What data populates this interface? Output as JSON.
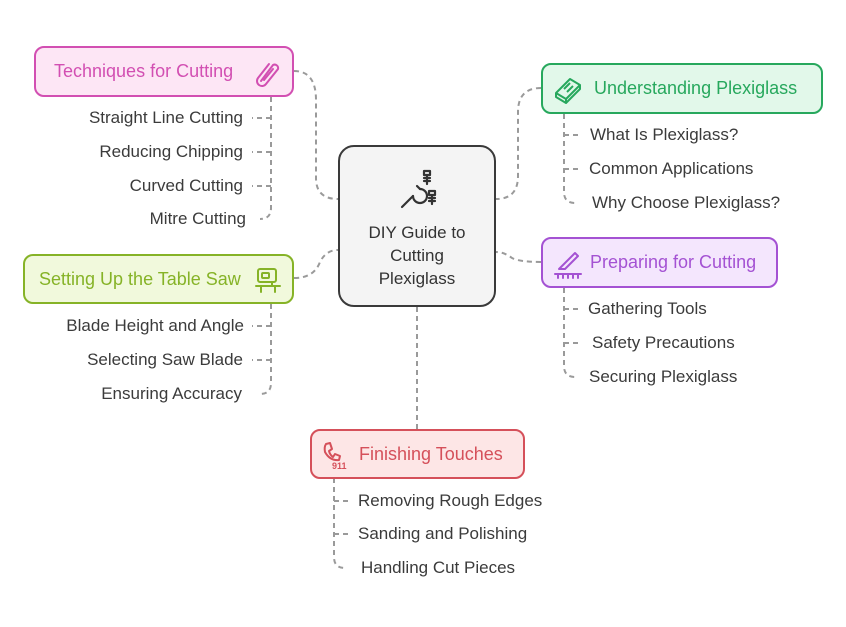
{
  "center": {
    "title_lines": [
      "DIY Guide to",
      "Cutting",
      "Plexiglass"
    ],
    "icon": "wrench-screws-icon"
  },
  "branches": {
    "techniques": {
      "title": "Techniques for Cutting",
      "icon": "paperclip-icon",
      "color": "#d24fb2",
      "fill": "#fde6f5",
      "items": [
        "Straight Line Cutting",
        "Reducing Chipping",
        "Curved Cutting",
        "Mitre Cutting"
      ]
    },
    "understanding": {
      "title": "Understanding Plexiglass",
      "icon": "glass-sheet-icon",
      "color": "#27a85d",
      "fill": "#e2f8ea",
      "items": [
        "What Is Plexiglass?",
        "Common Applications",
        "Why Choose Plexiglass?"
      ]
    },
    "table_saw": {
      "title": "Setting Up the Table Saw",
      "icon": "table-saw-icon",
      "color": "#86b327",
      "fill": "#f1f9dc",
      "items": [
        "Blade Height and Angle",
        "Selecting Saw Blade",
        "Ensuring Accuracy"
      ]
    },
    "preparing": {
      "title": "Preparing for Cutting",
      "icon": "knife-ruler-icon",
      "color": "#a452d3",
      "fill": "#f4e6fd",
      "items": [
        "Gathering Tools",
        "Safety Precautions",
        "Securing Plexiglass"
      ]
    },
    "finishing": {
      "title": "Finishing Touches",
      "icon": "phone-911-icon",
      "color": "#d5505a",
      "fill": "#fde6e6",
      "items": [
        "Removing Rough Edges",
        "Sanding and Polishing",
        "Handling Cut Pieces"
      ]
    }
  }
}
